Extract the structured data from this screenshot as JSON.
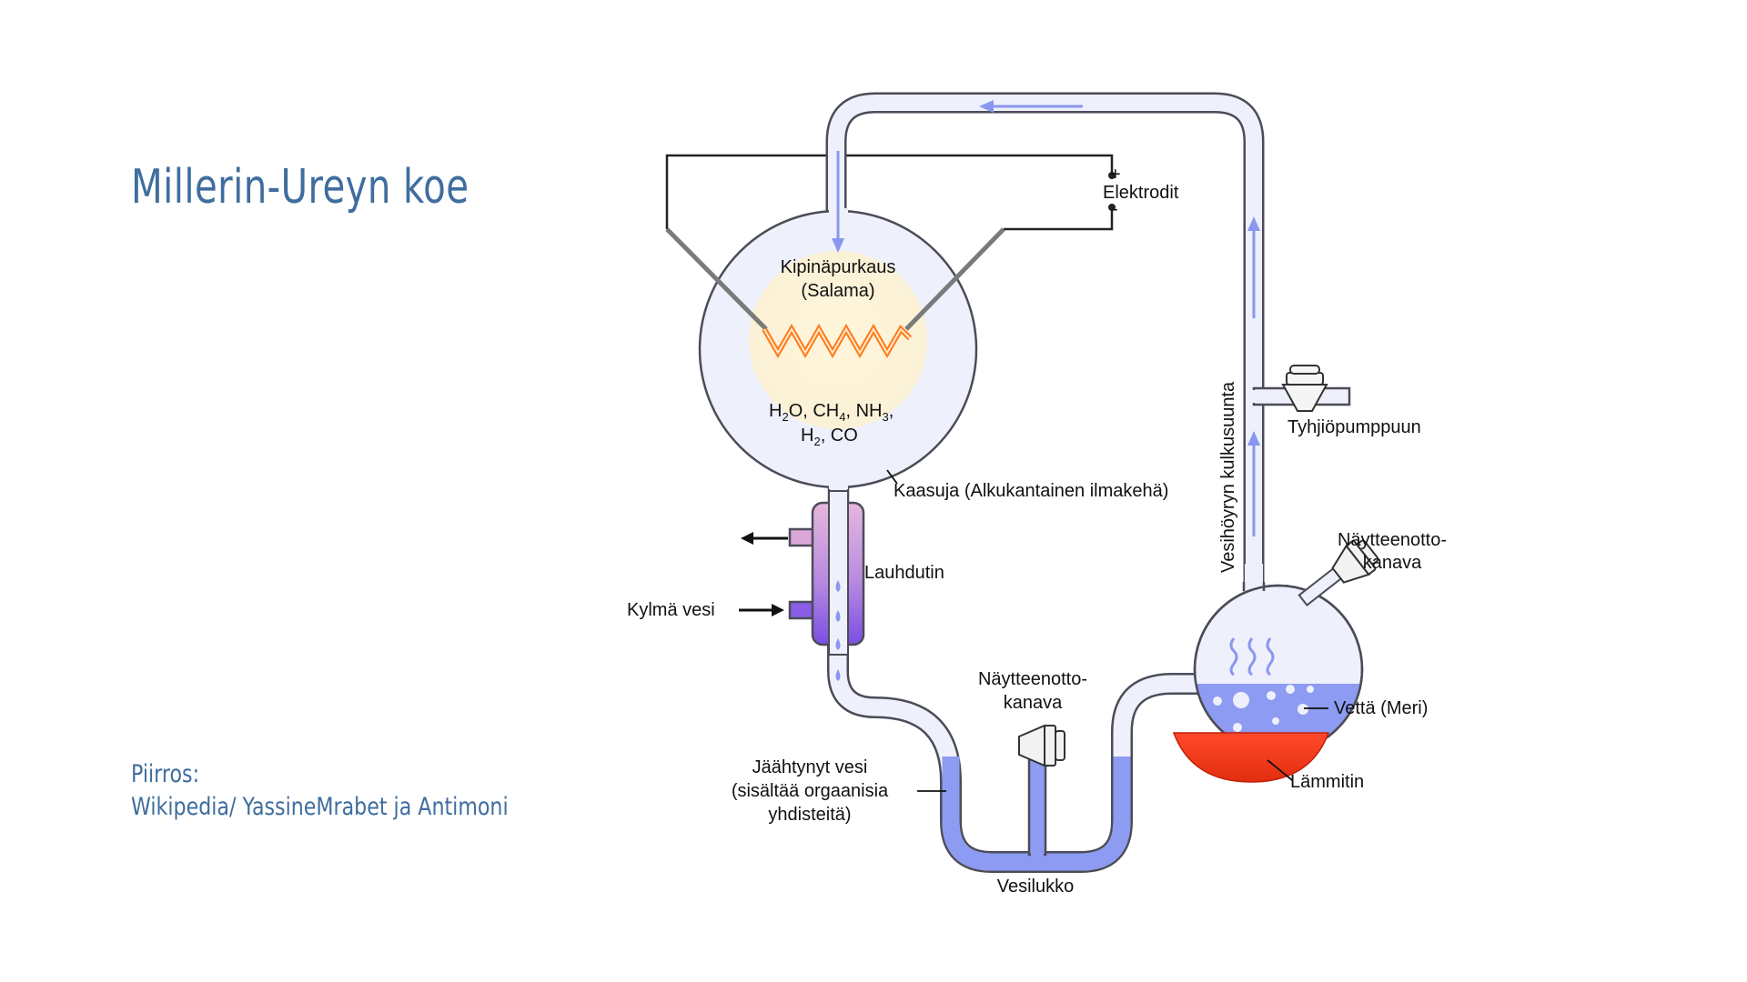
{
  "title": "Millerin-Ureyn koe",
  "credit": {
    "line1": "Piirros:",
    "line2": "Wikipedia/ YassineMrabet ja Antimoni"
  },
  "diagram": {
    "electrodes": "Elektrodit",
    "plus": "+",
    "minus": "-",
    "spark_line1": "Kipinäpurkaus",
    "spark_line2": "(Salama)",
    "gases_formula": {
      "h": "H",
      "two": "2",
      "o_ch": "O, CH",
      "four": "4",
      "comma_nh": ", NH",
      "three": "3",
      "comma": ",",
      "h2_h": "H",
      "h2_sub": "2",
      "h2_co": ", CO"
    },
    "gases": "Kaasuja (Alkukantainen ilmakehä)",
    "condenser": "Lauhdutin",
    "cold_water": "Kylmä vesi",
    "steam_direction": "Vesihöyryn kulkusuunta",
    "vacuum_pump": "Tyhjiöpumppuun",
    "sample_port_right_1": "Näytteenotto-",
    "sample_port_right_2": "kanava",
    "sample_port_bottom_1": "Näytteenotto-",
    "sample_port_bottom_2": "kanava",
    "water_sea": "Vettä (Meri)",
    "heater": "Lämmitin",
    "cooled_water_1": "Jäähtynyt vesi",
    "cooled_water_2": "(sisältää orgaanisia",
    "cooled_water_3": "yhdisteitä)",
    "water_trap": "Vesilukko"
  },
  "colors": {
    "title": "#3f6d9e",
    "glass": "#eef0fb",
    "water": "#8d9bf2",
    "arrow": "#8a97ee",
    "spark": "#ff7a1a",
    "heater": "#ee3a1a"
  }
}
